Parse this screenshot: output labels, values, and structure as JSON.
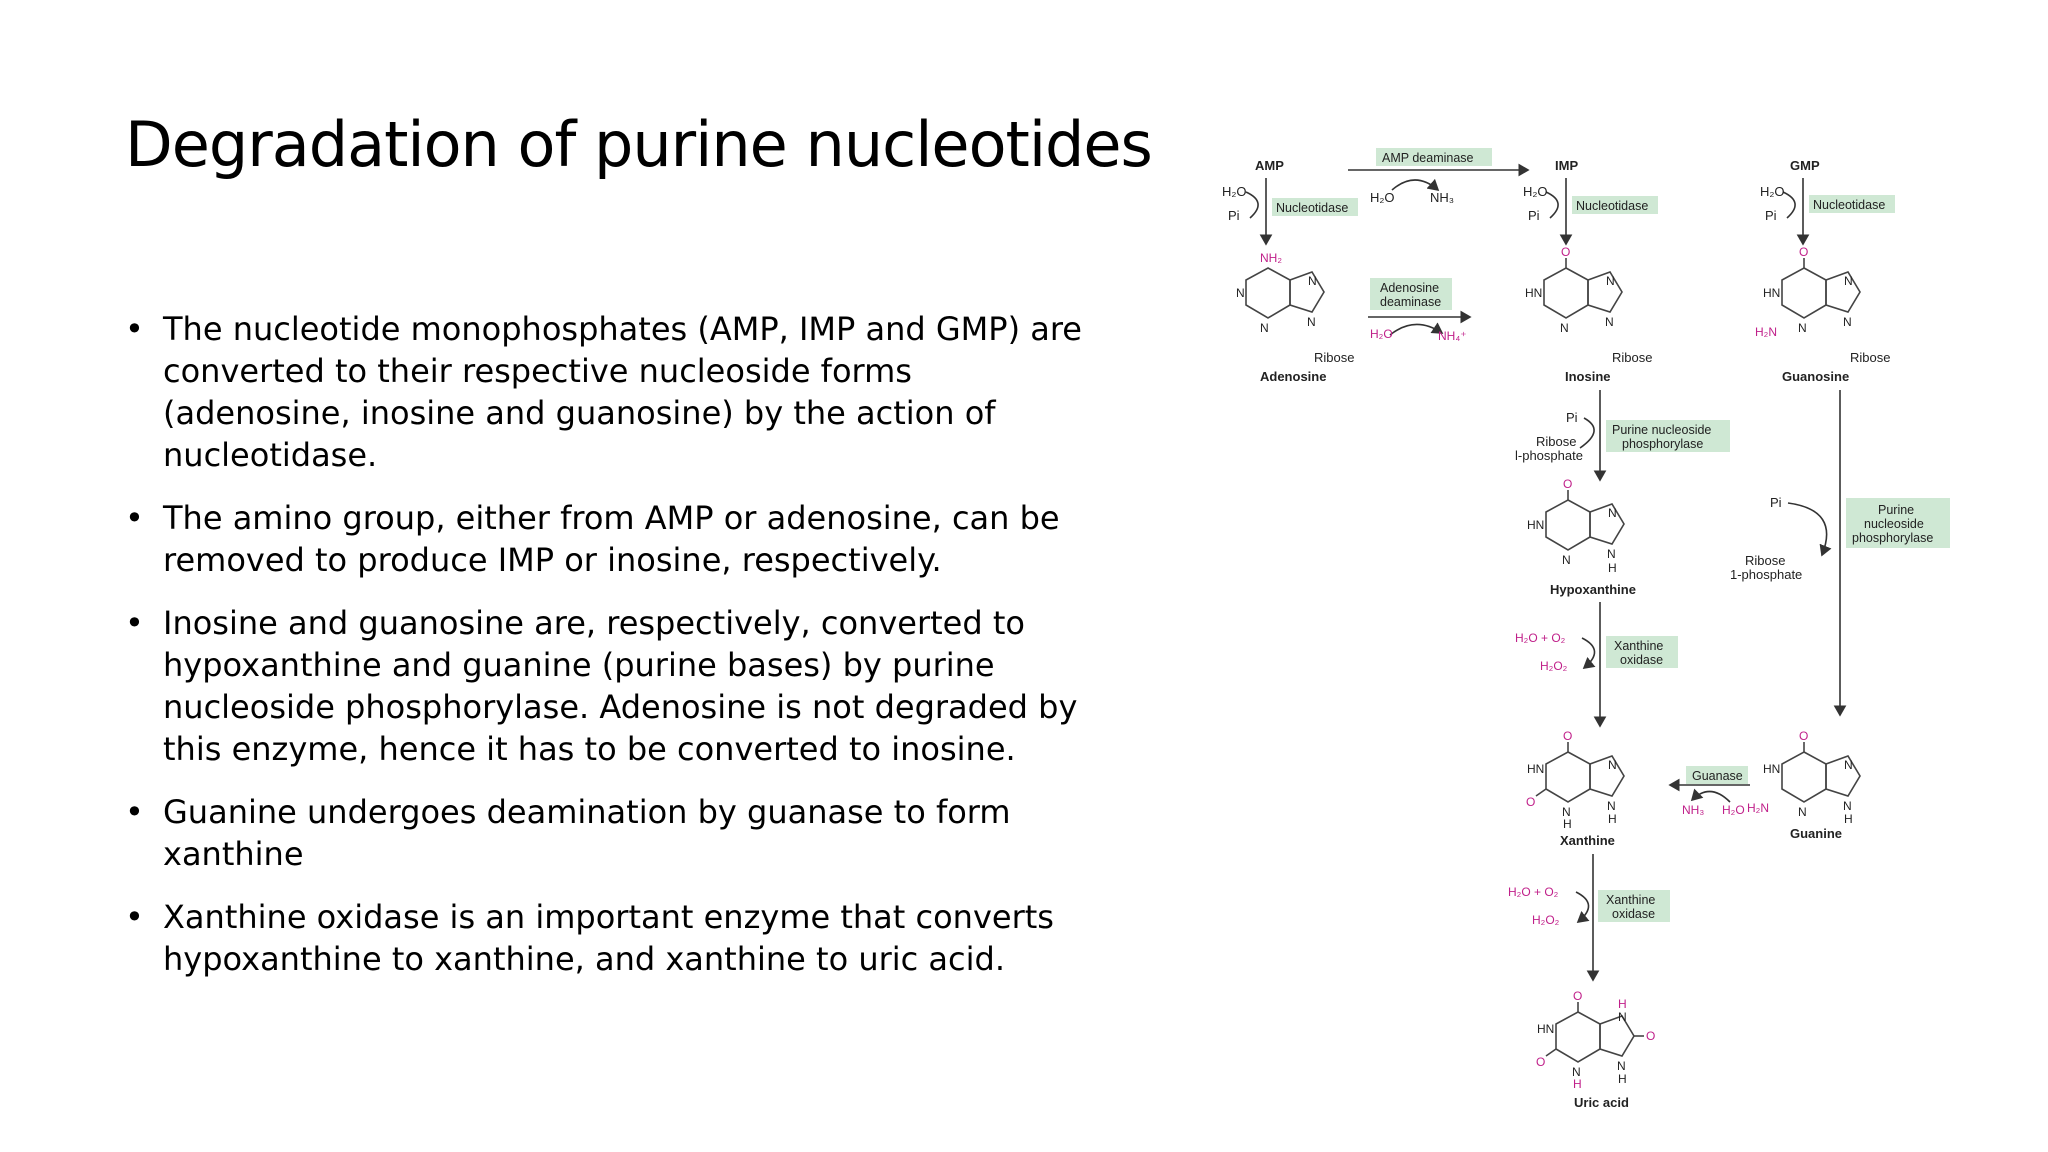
{
  "title": "Degradation of purine nucleotides",
  "bullets": [
    "The nucleotide monophosphates (AMP, IMP and GMP) are converted to their respective nucleoside forms (adenosine, inosine and guanosine) by the action of nucleotidase.",
    "The amino group, either from AMP or adenosine, can be removed to produce IMP or inosine, respectively.",
    "Inosine and guanosine are, respectively, converted to hypoxanthine and guanine (purine bases) by purine nucleoside phosphorylase. Adenosine is not degraded by this enzyme, hence it has to be converted to inosine.",
    "Guanine undergoes deamination by guanase to form xanthine",
    "Xanthine oxidase is an important enzyme that converts hypoxanthine to xanthine, and xanthine to uric acid."
  ],
  "diagram": {
    "compounds": {
      "amp": "AMP",
      "imp": "IMP",
      "gmp": "GMP",
      "adenosine": "Adenosine",
      "inosine": "Inosine",
      "guanosine": "Guanosine",
      "hypoxanthine": "Hypoxanthine",
      "xanthine": "Xanthine",
      "guanine": "Guanine",
      "uric_acid": "Uric acid"
    },
    "enzymes": {
      "amp_deaminase": "AMP deaminase",
      "nucleotidase": "Nucleotidase",
      "adenosine_deaminase_1": "Adenosine",
      "adenosine_deaminase_2": "deaminase",
      "pnp_1": "Purine nucleoside",
      "pnp_2": "phosphorylase",
      "pnp_v_1": "Purine",
      "pnp_v_2": "nucleoside",
      "pnp_v_3": "phosphorylase",
      "xanthine_oxidase_1": "Xanthine",
      "xanthine_oxidase_2": "oxidase",
      "guanase": "Guanase"
    },
    "reagents": {
      "h2o": "H₂O",
      "nh3": "NH₃",
      "pi": "Pi",
      "nh4": "NH₄⁺",
      "ribose": "Ribose",
      "ribose_1p_a": "Ribose",
      "ribose_1p_b": "l-phosphate",
      "ribose_1p_c": "1-phosphate",
      "h2o_o2": "H₂O + O₂",
      "h2o2": "H₂O₂",
      "nh2": "NH₂",
      "h2n": "H₂N",
      "hn": "HN",
      "n": "N",
      "o": "O",
      "h": "H"
    }
  }
}
